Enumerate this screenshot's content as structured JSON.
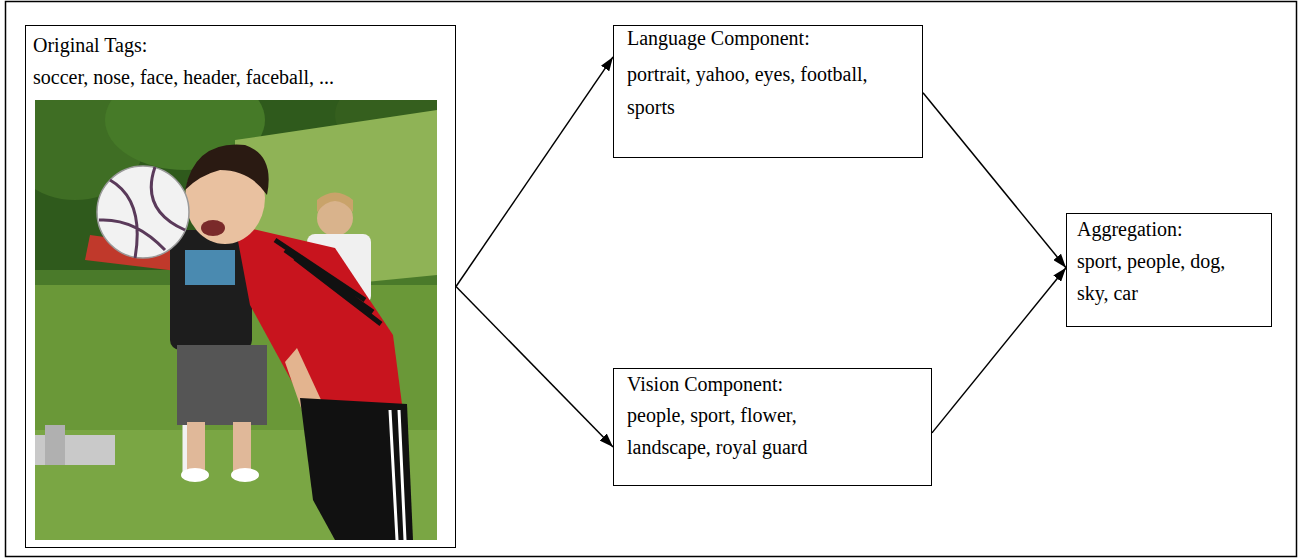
{
  "diagram": {
    "nodes": [
      {
        "text": [
          "Original Tags:",
          "soccer, nose, face, header, faceball, ..."
        ]
      },
      {
        "text": [
          "Language Component:",
          "portrait, yahoo, eyes, football, sports"
        ]
      },
      {
        "text": [
          "Vision Component:",
          "people, sport, flower, landscape, royal guard"
        ]
      },
      {
        "text": [
          "Aggregation:",
          "sport, people, dog, sky, car"
        ]
      }
    ],
    "edges": [
      {
        "from": 0,
        "to": 1,
        "arrow": "to"
      },
      {
        "from": 0,
        "to": 2,
        "arrow": "to"
      },
      {
        "from": 1,
        "to": 3,
        "arrow": "to"
      },
      {
        "from": 2,
        "to": 3,
        "arrow": "to"
      }
    ]
  }
}
